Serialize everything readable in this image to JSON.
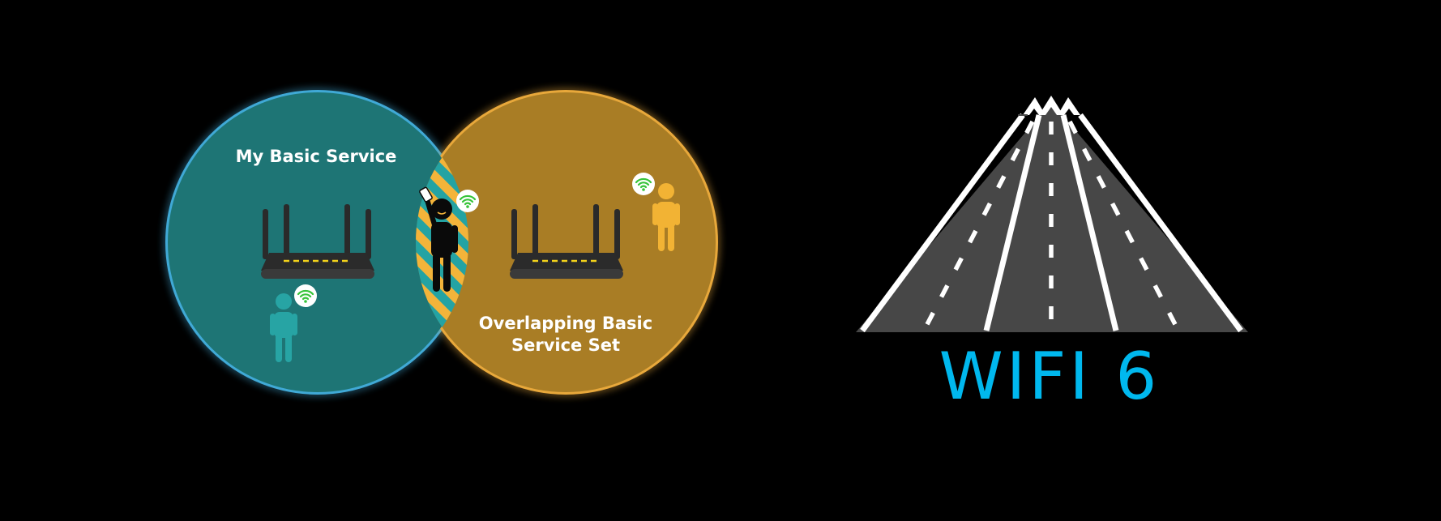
{
  "bss_diagram": {
    "my_bss_label": "My Basic Service",
    "obss_label_line1": "Overlapping Basic",
    "obss_label_line2": "Service Set",
    "colors": {
      "my_bss_fill": "#1e7575",
      "my_bss_glow": "#3fa9d6",
      "obss_fill": "#a97d25",
      "obss_glow": "#e8a83a",
      "overlap_stripe_a": "#f3b43a",
      "overlap_stripe_b": "#24a3a3",
      "teal_person": "#27a4a4",
      "yellow_person": "#f2b334",
      "wifi_badge_icon": "#37c43a"
    },
    "icons": [
      "router-icon",
      "person-icon",
      "wifi-icon"
    ]
  },
  "highway_logo": {
    "title": "WIFI 6",
    "colors": {
      "title": "#00b8ee",
      "road": "#474747",
      "lane_lines": "#ffffff"
    },
    "icons": [
      "highway-icon",
      "arrow-icon"
    ]
  }
}
